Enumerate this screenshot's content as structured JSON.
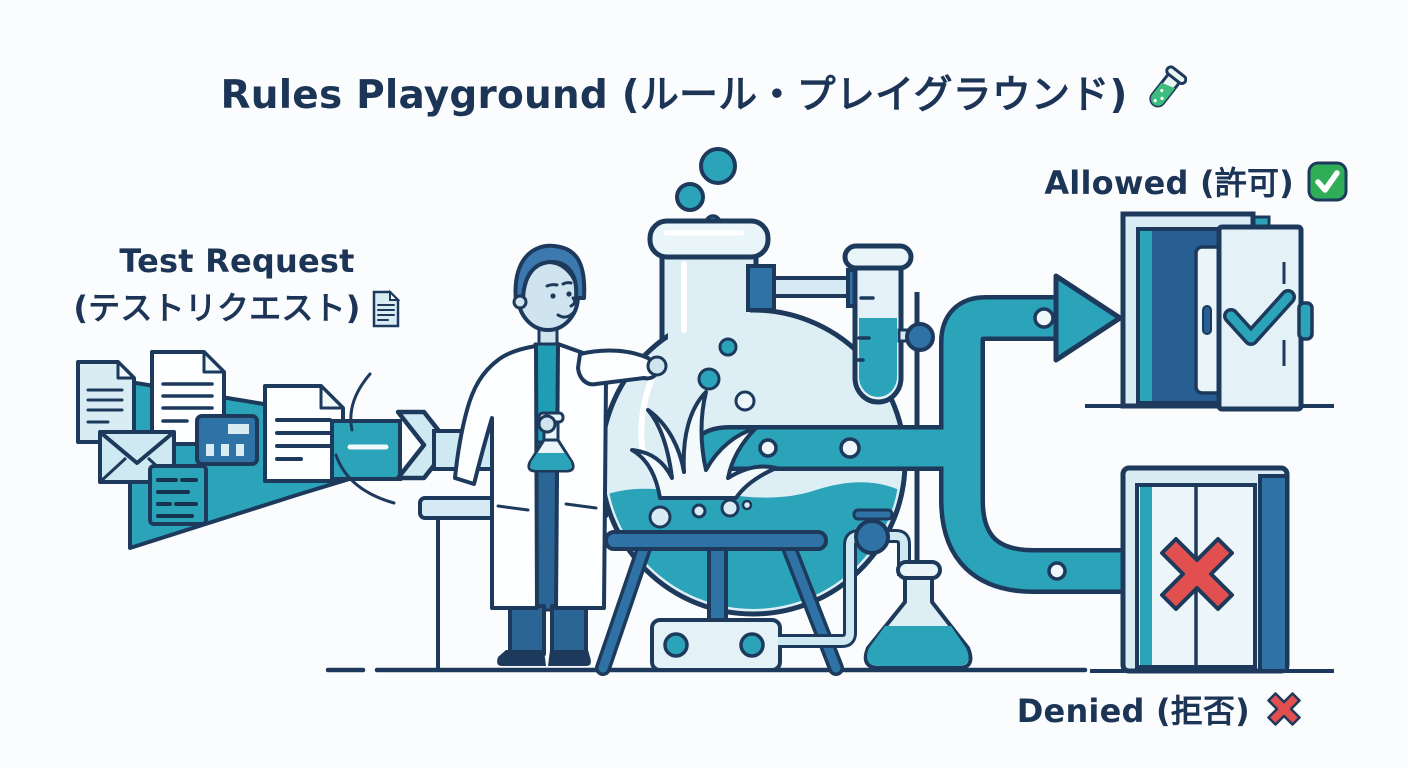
{
  "title": {
    "text": "Rules Playground (ルール・プレイグラウンド)",
    "icon": "test-tube"
  },
  "labels": {
    "test_request": {
      "line1": "Test Request",
      "line2": "(テストリクエスト)",
      "icon": "document"
    },
    "allowed": {
      "text": "Allowed (許可)",
      "icon": "check-mark-button"
    },
    "denied": {
      "text": "Denied (拒否)",
      "icon": "cross-mark"
    }
  },
  "colors": {
    "outline_navy": "#1d3a5c",
    "text_navy": "#1c3556",
    "teal": "#2ba4ba",
    "light_blue": "#d9ecf4",
    "glass_blue": "#ddeef5",
    "mid_blue": "#2e72a6",
    "door_blue": "#275f93",
    "red": "#e14f4f",
    "green": "#2fae57"
  }
}
